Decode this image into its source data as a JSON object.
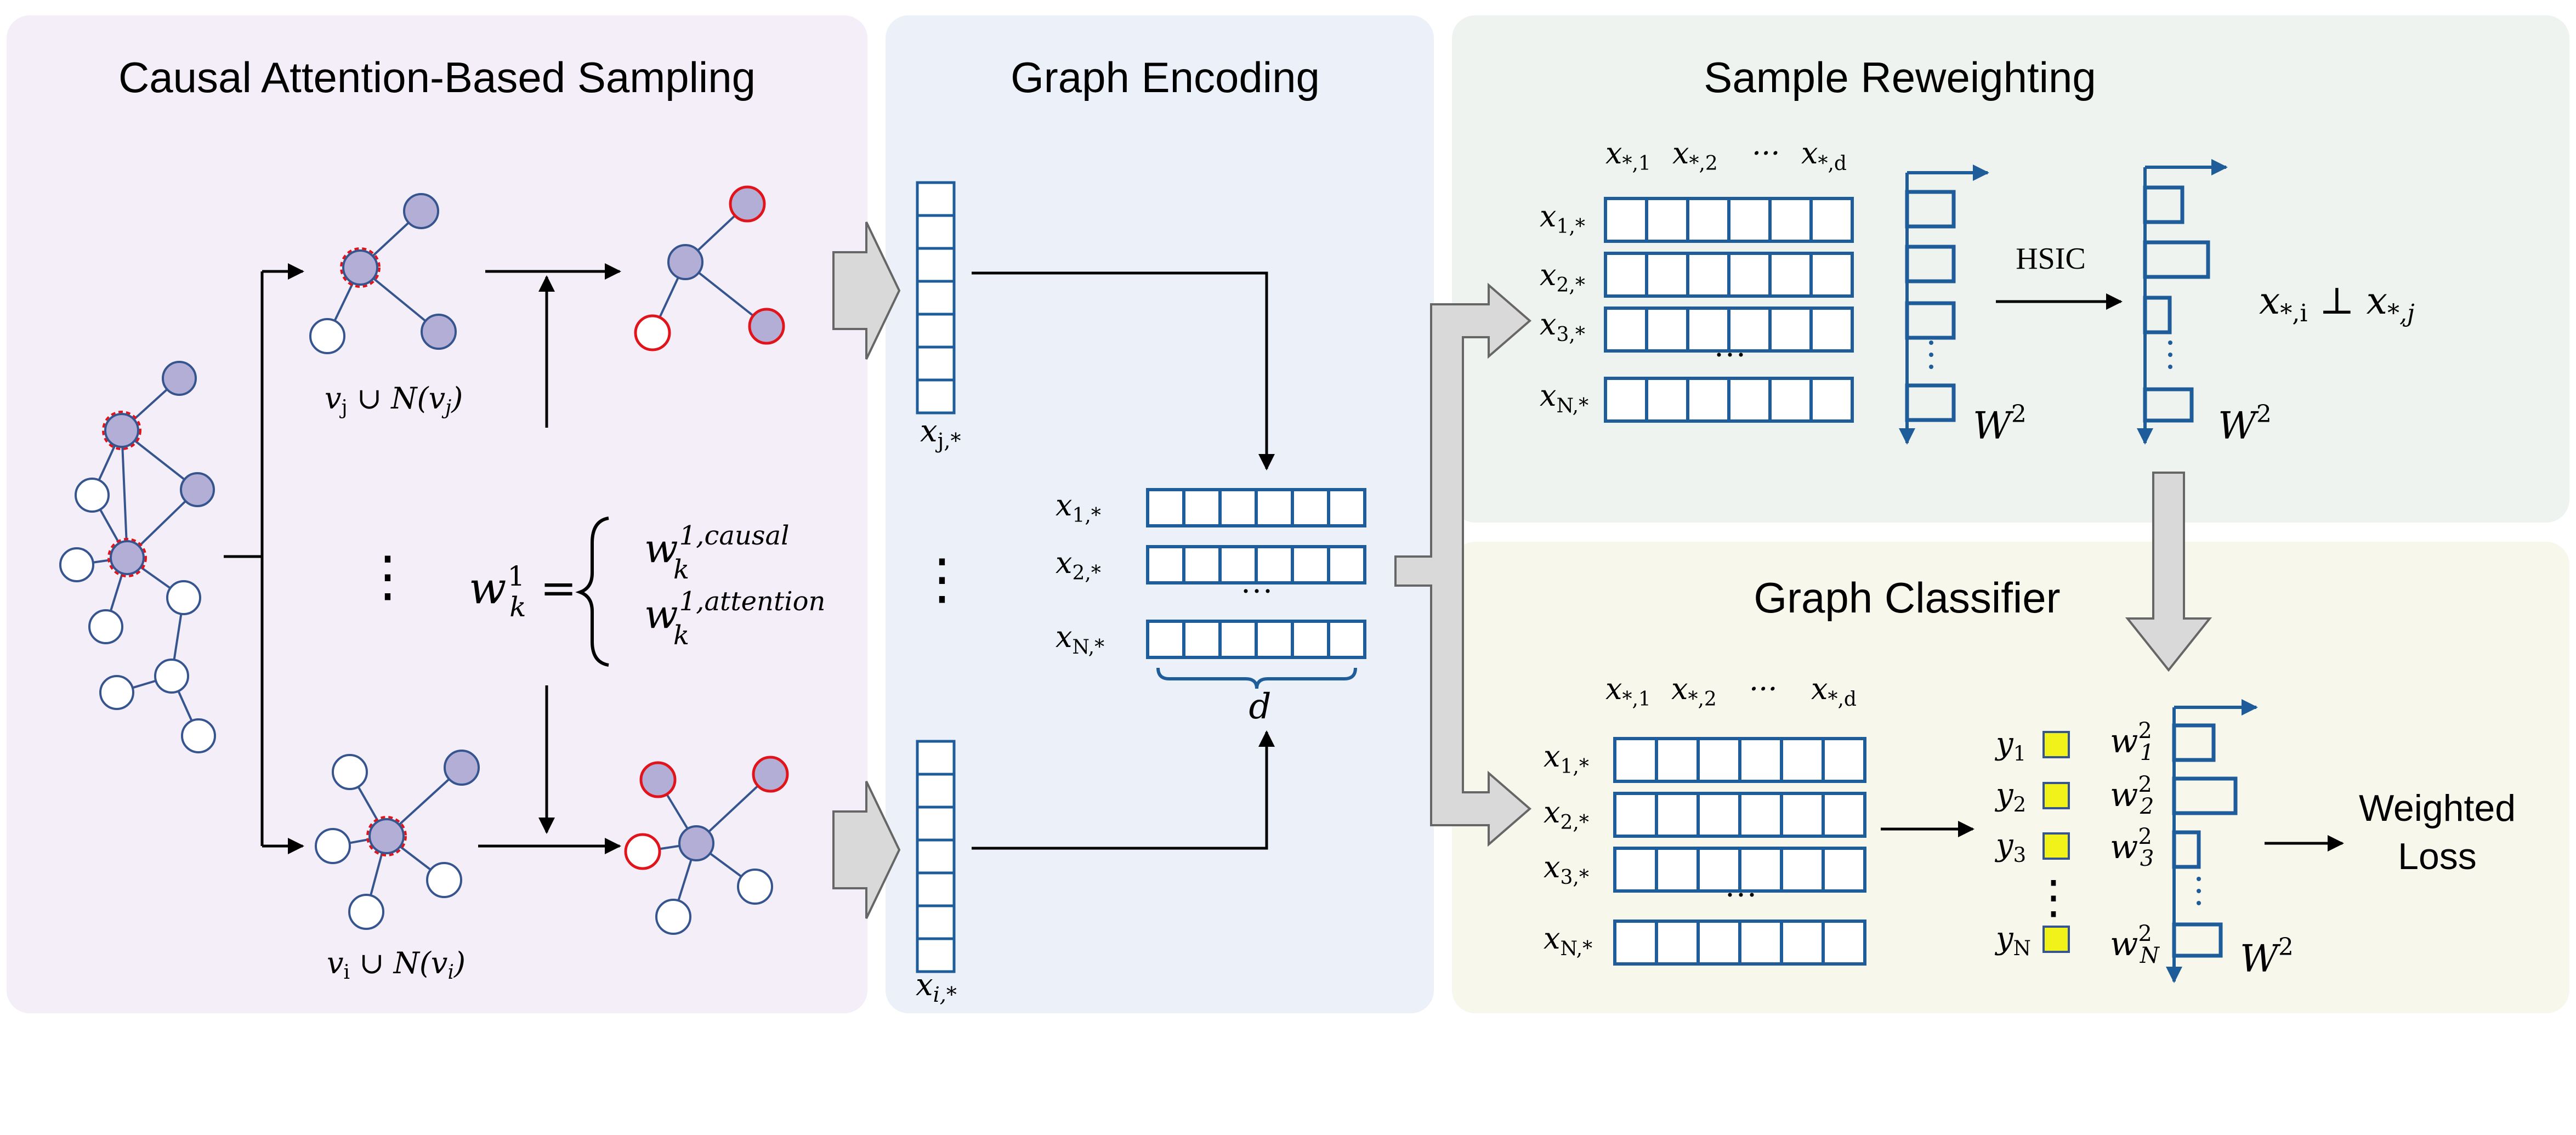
{
  "panels": {
    "sampling": {
      "title": "Causal Attention-Based Sampling",
      "label_vj": "v",
      "label_vj_sub": "j",
      "label_vj_rest": " ∪ N(v",
      "label_vj_sub2": "j",
      "label_vj_end": ")",
      "label_vi": "v",
      "label_vi_sub": "i",
      "label_vi_rest": " ∪ N(v",
      "label_vi_sub2": "i",
      "label_vi_end": ")",
      "vdots": "⋮",
      "weight_lhs": "w",
      "weight_lhs_sup": "1",
      "weight_lhs_sub": "k",
      "weight_eq": " =",
      "weight_causal": "w",
      "weight_causal_sup": "1,causal",
      "weight_causal_sub": "k",
      "weight_attention": "w",
      "weight_attention_sup": "1,attention",
      "weight_attention_sub": "k"
    },
    "encoding": {
      "title": "Graph Encoding",
      "xj": "x",
      "xj_sub": "j,*",
      "xi": "x",
      "xi_sub": "i,*",
      "vdots": "⋮",
      "row_labels": [
        {
          "base": "x",
          "sub": "1,*"
        },
        {
          "base": "x",
          "sub": "2,*"
        },
        {
          "base": "x",
          "sub": "N,*"
        }
      ],
      "ellipsis": "···",
      "d_label": "d"
    },
    "reweighting": {
      "title": "Sample Reweighting",
      "col_labels": [
        {
          "base": "x",
          "sub": "*,1"
        },
        {
          "base": "x",
          "sub": "*,2"
        },
        {
          "base": "···",
          "sub": ""
        },
        {
          "base": "x",
          "sub": "*,d"
        }
      ],
      "row_labels": [
        {
          "base": "x",
          "sub": "1,*"
        },
        {
          "base": "x",
          "sub": "2,*"
        },
        {
          "base": "x",
          "sub": "3,*"
        },
        {
          "base": "x",
          "sub": "N,*"
        }
      ],
      "ellipsis": "···",
      "hsic": "HSIC",
      "w2_left": "W",
      "w2_left_sup": "2",
      "w2_right": "W",
      "w2_right_sup": "2",
      "indep_a": "x",
      "indep_a_sub": "*,i",
      "indep_sym": " ⊥ ",
      "indep_b": "x",
      "indep_b_sub": "*,j"
    },
    "classifier": {
      "title": "Graph Classifier",
      "col_labels": [
        {
          "base": "x",
          "sub": "*,1"
        },
        {
          "base": "x",
          "sub": "*,2"
        },
        {
          "base": "···",
          "sub": ""
        },
        {
          "base": "x",
          "sub": "*,d"
        }
      ],
      "row_labels": [
        {
          "base": "x",
          "sub": "1,*"
        },
        {
          "base": "x",
          "sub": "2,*"
        },
        {
          "base": "x",
          "sub": "3,*"
        },
        {
          "base": "x",
          "sub": "N,*"
        }
      ],
      "ellipsis": "···",
      "y_labels": [
        {
          "base": "y",
          "sub": "1"
        },
        {
          "base": "y",
          "sub": "2"
        },
        {
          "base": "y",
          "sub": "3"
        },
        {
          "base": "y",
          "sub": "N"
        }
      ],
      "w_labels": [
        {
          "base": "w",
          "sup": "2",
          "sub": "1"
        },
        {
          "base": "w",
          "sup": "2",
          "sub": "2"
        },
        {
          "base": "w",
          "sup": "2",
          "sub": "3"
        },
        {
          "base": "w",
          "sup": "2",
          "sub": "N"
        }
      ],
      "y_vdots": "⋮",
      "w_vdots": "⋮",
      "w2": "W",
      "w2_sup": "2",
      "loss_line1": "Weighted",
      "loss_line2": "Loss"
    }
  },
  "colors": {
    "panel_sampling": "#f3eef8",
    "panel_encoding": "#ebf0f9",
    "panel_reweighting": "#eff3f0",
    "panel_classifier": "#f8f7ec",
    "blue": "#1f5d9a",
    "node_fill_purple": "#b3aed6",
    "node_stroke": "#36558f",
    "red": "#e1141b",
    "yellow": "#f2f21b",
    "arrow_gray": "#d9d9d9",
    "arrow_gray_stroke": "#666666"
  }
}
